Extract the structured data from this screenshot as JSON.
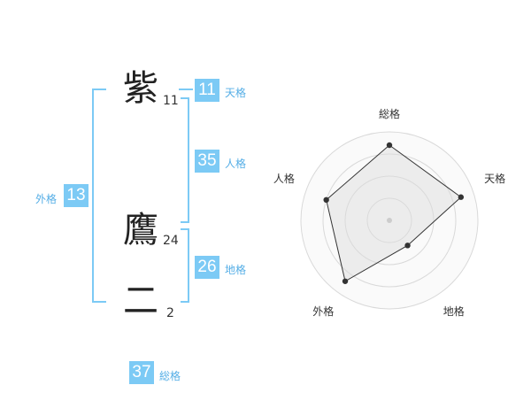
{
  "name": [
    {
      "char": "紫",
      "strokes": "11"
    },
    {
      "char": "鷹",
      "strokes": "24"
    },
    {
      "char": "二",
      "strokes": "2"
    }
  ],
  "kakaku": {
    "tenkaku": {
      "value": "11",
      "label": "天格"
    },
    "jinkaku": {
      "value": "35",
      "label": "人格"
    },
    "chikaku": {
      "value": "26",
      "label": "地格"
    },
    "gaikaku": {
      "value": "13",
      "label": "外格"
    },
    "soukaku": {
      "value": "37",
      "label": "総格"
    }
  },
  "chart_data": {
    "type": "radar",
    "axes": [
      "総格",
      "天格",
      "地格",
      "外格",
      "人格"
    ],
    "series": [
      {
        "values": [
          0.85,
          0.85,
          0.35,
          0.85,
          0.75
        ]
      }
    ],
    "rings": 4
  },
  "colors": {
    "accent": "#7ccaf5",
    "accent_text": "#55aee6",
    "radar_fill": "#eeeeee",
    "radar_line": "#333333"
  }
}
